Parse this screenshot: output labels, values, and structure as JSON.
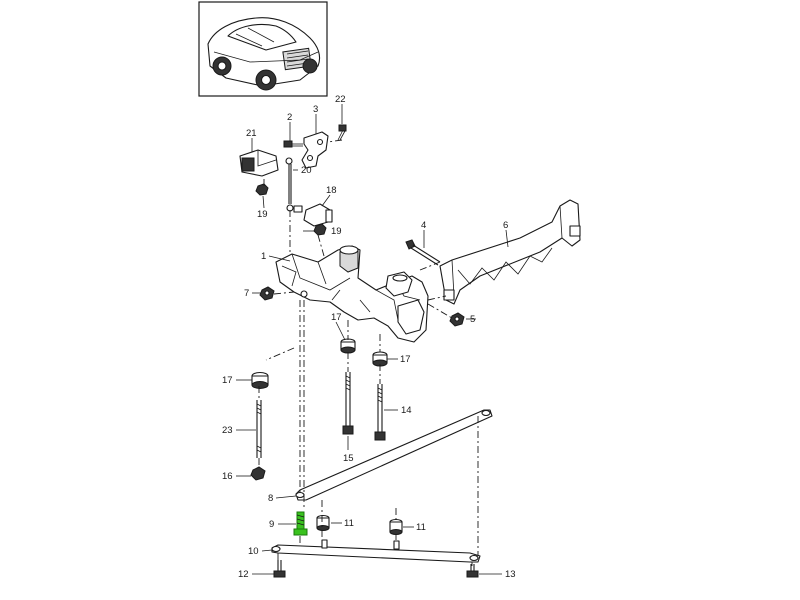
{
  "callouts": {
    "c1": "1",
    "c2": "2",
    "c3": "3",
    "c4": "4",
    "c5": "5",
    "c6": "6",
    "c7": "7",
    "c8": "8",
    "c9": "9",
    "c10": "10",
    "c11a": "11",
    "c11b": "11",
    "c12": "12",
    "c13": "13",
    "c14": "14",
    "c15": "15",
    "c16": "16",
    "c17a": "17",
    "c17b": "17",
    "c17c": "17",
    "c18": "18",
    "c19a": "19",
    "c19b": "19",
    "c20": "20",
    "c21": "21",
    "c22": "22",
    "c23": "23"
  },
  "highlight": {
    "part": "9",
    "color": "#39c21e"
  },
  "thumbnail": {
    "icon": "porsche-911-car-icon"
  }
}
